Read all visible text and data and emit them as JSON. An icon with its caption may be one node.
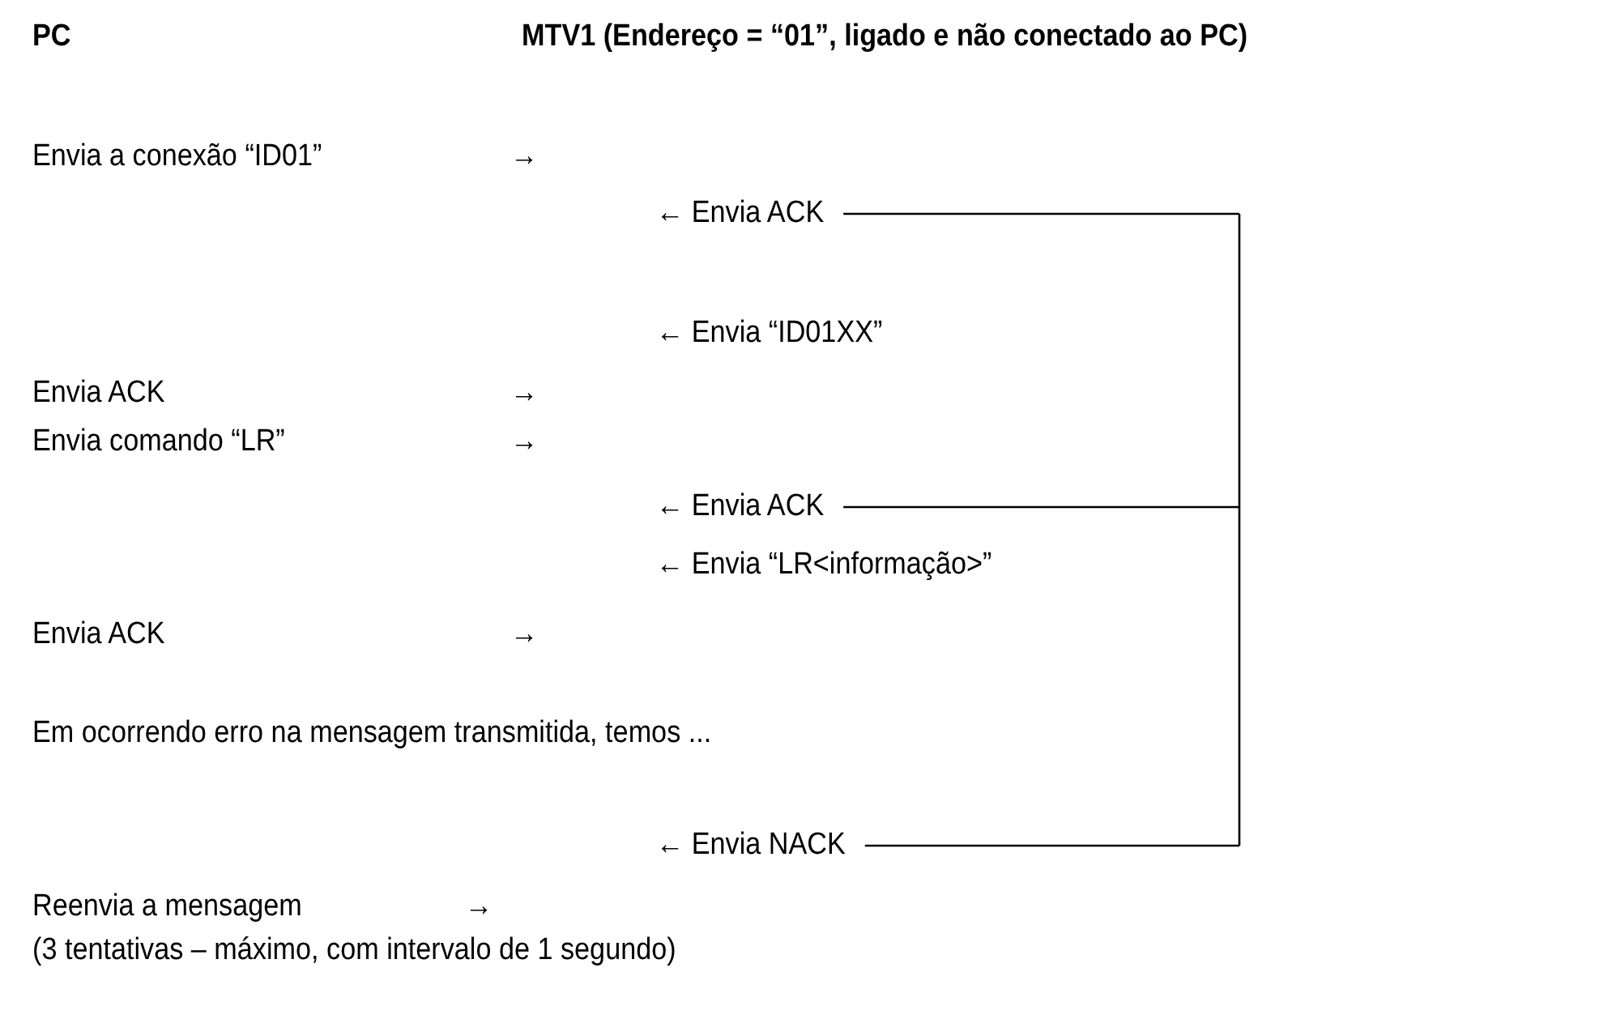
{
  "diagram": {
    "labels": [
      "PC",
      "MTV1 (Endereço = “01”, ligado e não conectado ao PC)",
      "Envia a conexão “ID01”",
      "→",
      "← Envia ACK",
      "← Envia “ID01XX”",
      "Envia ACK",
      "→",
      "Envia comando “LR”",
      "→",
      "← Envia ACK",
      "← Envia “LR<informação>”",
      "Envia ACK",
      "→",
      "Em ocorrendo erro na mensagem transmitida, temos ...",
      "← Envia NACK",
      "Reenvia a mensagem",
      "→",
      "(3 tentativas – máximo, com intervalo de 1 segundo)"
    ]
  }
}
